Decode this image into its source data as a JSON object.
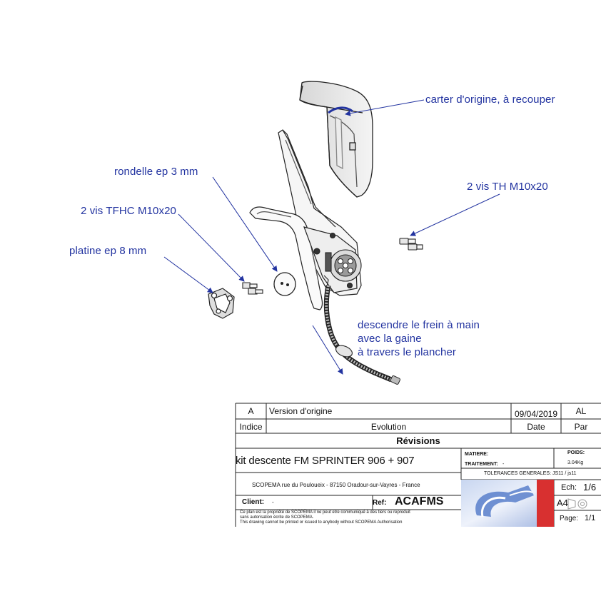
{
  "callouts": {
    "carter": "carter d'origine, à recouper",
    "rondelle": "rondelle ep 3 mm",
    "vis_th": "2 vis TH M10x20",
    "vis_tfhc": "2 vis TFHC M10x20",
    "platine": "platine ep 8 mm",
    "descendre": [
      "descendre le frein à main",
      "avec la gaine",
      "à travers le plancher"
    ]
  },
  "title_block": {
    "revision_row": {
      "indice": "A",
      "evolution": "Version d'origine",
      "date": "09/04/2019",
      "par": "AL"
    },
    "headers": {
      "indice": "Indice",
      "evolution": "Evolution",
      "date": "Date",
      "par": "Par"
    },
    "revisions_label": "Révisions",
    "title": "kit descente FM SPRINTER 906 + 907",
    "matiere_label": "MATIERE:",
    "traitement_label": "TRAITEMENT:",
    "traitement_value": "-",
    "poids_label": "POIDS:",
    "poids_value": "3.04Kg",
    "tolerances": "TOLERANCES GENERALES: JS11 / js11",
    "address": "SCOPEMA rue du Pouloueix - 87150 Oradour-sur-Vayres - France",
    "client_label": "Client:",
    "client_value": "-",
    "ref_label": "Ref:",
    "ref_value": "ACAFMS",
    "ech_label": "Ech:",
    "ech_value": "1/6",
    "format": "A4",
    "page_label": "Page:",
    "page_value": "1/1",
    "notice_fr_1": "Ce plan est la propriété de SCOPEMA il ne peut etre communiqué à des tiers ou reproduit",
    "notice_fr_2": "sans autorisation écrite de SCOPEMA.",
    "notice_en": "This drawing cannot be printed or issued to anybody without SCOPEMA Authorisation"
  },
  "colors": {
    "callout": "#2233a0",
    "line": "#222222",
    "logo_red": "#d83030",
    "logo_blue": "#5078c8"
  }
}
